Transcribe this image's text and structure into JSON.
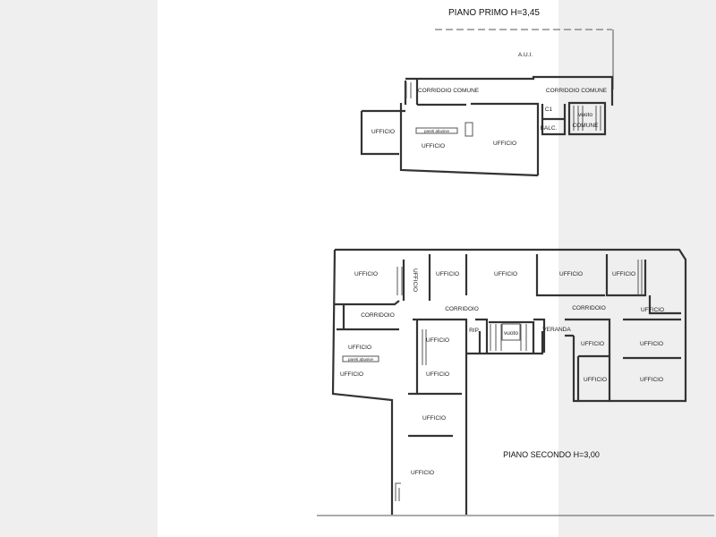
{
  "plan_first": {
    "title": "PIANO PRIMO H=3,45",
    "labels": {
      "aui": "A.U.I.",
      "corridor_1": "CORRIDOIO COMUNE",
      "corridor_2": "CORRIDOIO COMUNE",
      "c1": "C1",
      "balc": "BALC.",
      "vuoto": "vuoto",
      "comune": "COMUNE",
      "office_left": "UFFICIO",
      "office_mid": "UFFICIO",
      "office_right": "UFFICIO",
      "abusive_note": "pareti abusive"
    }
  },
  "plan_second": {
    "title": "PIANO SECONDO H=3,00",
    "labels": {
      "o1": "UFFICIO",
      "o2": "UFFICIO",
      "o3": "UFFICIO",
      "o4": "UFFICIO",
      "o5": "UFFICIO",
      "o6": "UFFICIO",
      "c1": "CORRIDOIO",
      "c2": "CORRIDOIO",
      "c3": "CORRIDOIO",
      "o7": "UFFICIO",
      "rip": "RIP.",
      "vuoto": "vuoto",
      "veranda": "VERANDA",
      "o8": "UFFICIO",
      "o9": "UFFICIO",
      "o10": "UFFICIO",
      "o11": "UFFICIO",
      "abusive_note": "pareti abusive",
      "o12": "UFFICIO",
      "o13": "UFFICIO",
      "o14": "UFFICIO",
      "o15": "UFFICIO",
      "o16": "UFFICIO",
      "o17": "UFFICIO"
    }
  }
}
